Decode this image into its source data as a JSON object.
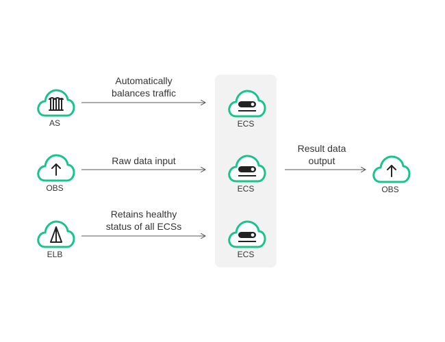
{
  "colors": {
    "accent": "#17c48c",
    "dark": "#222222",
    "arrow": "#555555",
    "panel": "#f2f2f2"
  },
  "nodes": {
    "as": {
      "label": "AS",
      "icon": "load-bars-icon"
    },
    "obs_in": {
      "label": "OBS",
      "icon": "upload-arrow-icon"
    },
    "elb": {
      "label": "ELB",
      "icon": "elb-tree-icon"
    },
    "ecs_1": {
      "label": "ECS",
      "icon": "server-toggle-icon"
    },
    "ecs_2": {
      "label": "ECS",
      "icon": "server-toggle-icon"
    },
    "ecs_3": {
      "label": "ECS",
      "icon": "server-toggle-icon"
    },
    "obs_out": {
      "label": "OBS",
      "icon": "upload-arrow-icon"
    }
  },
  "edges": {
    "as_to_ecs": {
      "line1": "Automatically",
      "line2": "balances traffic"
    },
    "obs_to_ecs": {
      "line1": "Raw data input"
    },
    "elb_to_ecs": {
      "line1": "Retains healthy",
      "line2": "status of all ECSs"
    },
    "ecs_to_obs": {
      "line1": "Result data",
      "line2": "output"
    }
  }
}
